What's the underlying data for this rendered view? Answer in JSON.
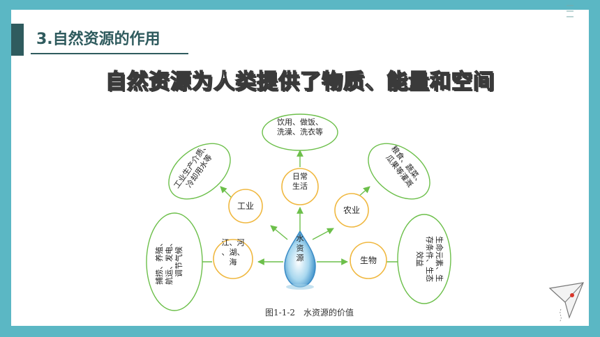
{
  "section": {
    "title": "3.自然资源的作用"
  },
  "headline": "自然资源为人类提供了物质、能量和空间",
  "diagram": {
    "center": "水资源",
    "nodes": [
      {
        "label": "日常生活",
        "desc": "饮用、做饭、洗澡、洗衣等"
      },
      {
        "label": "工业",
        "desc": "工业生产介质、冷却用水等"
      },
      {
        "label": "农业",
        "desc": "粮食、蔬菜、瓜果等灌溉"
      },
      {
        "label": "江、河、湖、海",
        "desc": "捕捞、养殖、航运、发电、调节气候"
      },
      {
        "label": "生物",
        "desc": "生命元素、生存条件、生态效益"
      }
    ],
    "caption": "图1-1-2　水资源的价值"
  },
  "colors": {
    "accent": "#5bb7c4",
    "dark": "#2f5b5e",
    "node_ring": "#f0b840",
    "desc_ring": "#6cbf4a",
    "arrow": "#6cbf4a"
  }
}
